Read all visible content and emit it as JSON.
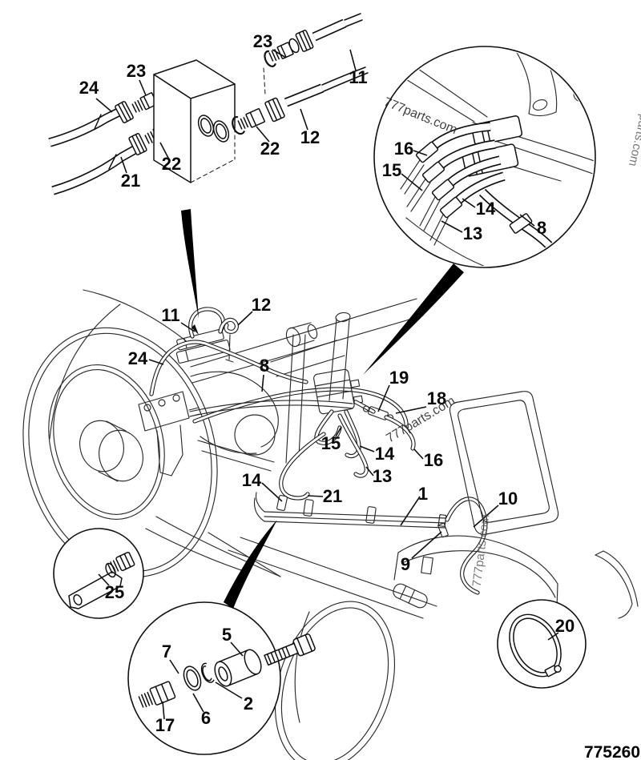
{
  "doc_number": "775260",
  "watermark": "777parts.com",
  "callouts": {
    "block_24": "24",
    "block_23_left": "23",
    "block_21": "21",
    "block_22_left": "22",
    "block_23_right": "23",
    "block_11": "11",
    "block_12": "12",
    "block_22_right": "22",
    "circle_16": "16",
    "circle_15": "15",
    "circle_14": "14",
    "circle_13": "13",
    "circle_8": "8",
    "main_11": "11",
    "main_12": "12",
    "main_24": "24",
    "main_8": "8",
    "main_19": "19",
    "main_18": "18",
    "main_15": "15",
    "main_14_right": "14",
    "main_16": "16",
    "main_13": "13",
    "main_14_left": "14",
    "main_21": "21",
    "main_1": "1",
    "main_10": "10",
    "main_9": "9",
    "detail_25": "25",
    "detail_5": "5",
    "detail_7": "7",
    "detail_2": "2",
    "detail_6": "6",
    "detail_17": "17",
    "detail_20": "20"
  }
}
